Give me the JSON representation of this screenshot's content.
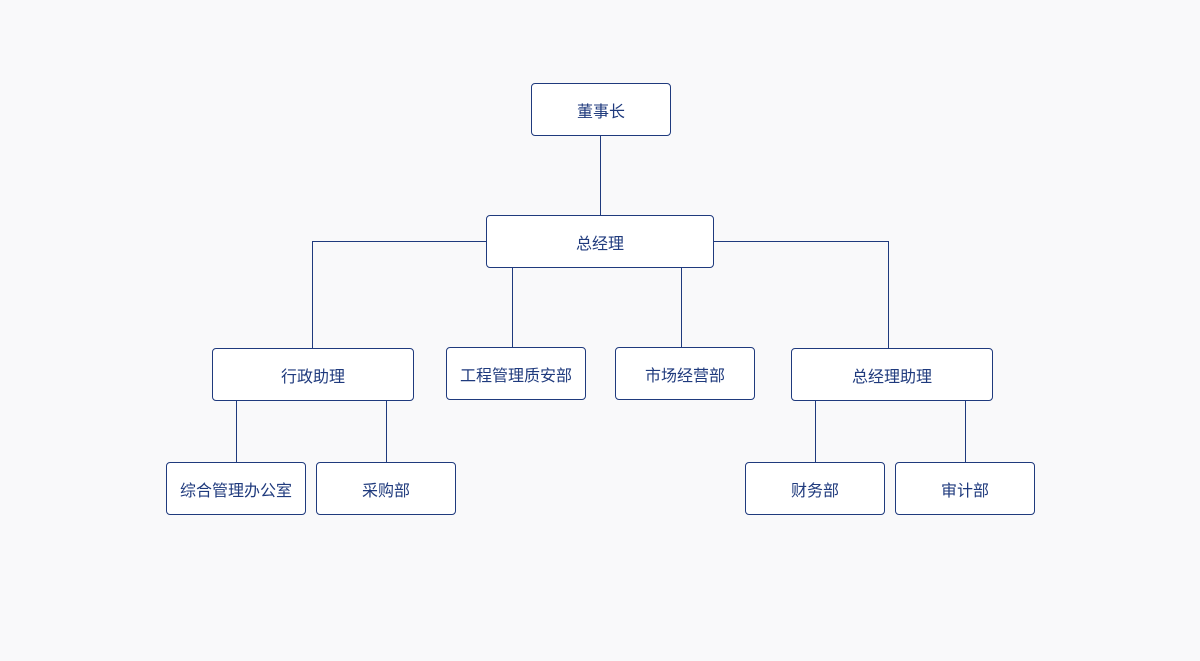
{
  "colors": {
    "line": "#1f3a7d",
    "node_border": "#1f3a7d",
    "node_text": "#1f3a7d",
    "node_fill": "#ffffff",
    "background": "#f9f9fa"
  },
  "org": {
    "chairman": "董事长",
    "general_manager": "总经理",
    "admin_assistant": "行政助理",
    "engineering_qa": "工程管理质安部",
    "marketing": "市场经营部",
    "gm_assistant": "总经理助理",
    "general_office": "综合管理办公室",
    "procurement": "采购部",
    "finance": "财务部",
    "audit": "审计部"
  }
}
